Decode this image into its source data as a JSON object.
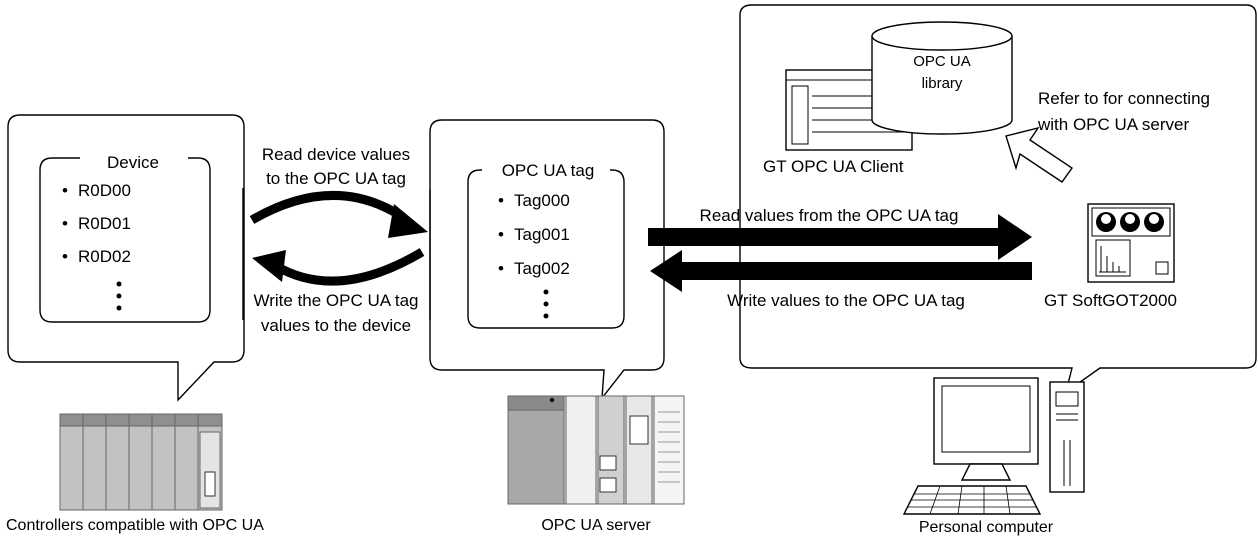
{
  "controller_bubble": {
    "group_label": "Device",
    "items": [
      "R0D00",
      "R0D01",
      "R0D02"
    ],
    "bullet": "•",
    "more": "⋮"
  },
  "server_bubble": {
    "group_label": "OPC UA tag",
    "items": [
      "Tag000",
      "Tag001",
      "Tag002"
    ],
    "bullet": "•",
    "more": "⋮"
  },
  "arrows": {
    "read_device_line1": "Read device values",
    "read_device_line2": "to the OPC UA tag",
    "write_device_line1": "Write the OPC UA tag",
    "write_device_line2": "values to the device",
    "read_tag": "Read values from the OPC UA tag",
    "write_tag": "Write values to the OPC UA tag"
  },
  "pc_bubble": {
    "library_line1": "OPC UA",
    "library_line2": "library",
    "client_label": "GT OPC UA Client",
    "refer_line1": "Refer to for connecting",
    "refer_line2": "with OPC UA server",
    "softgot_label": "GT SoftGOT2000"
  },
  "captions": {
    "controllers": "Controllers compatible with OPC UA",
    "server": "OPC UA server",
    "pc": "Personal computer"
  },
  "colors": {
    "stroke": "#000000",
    "hardware_gray": "#b8b8b8",
    "hardware_dark": "#8a8a8a"
  }
}
